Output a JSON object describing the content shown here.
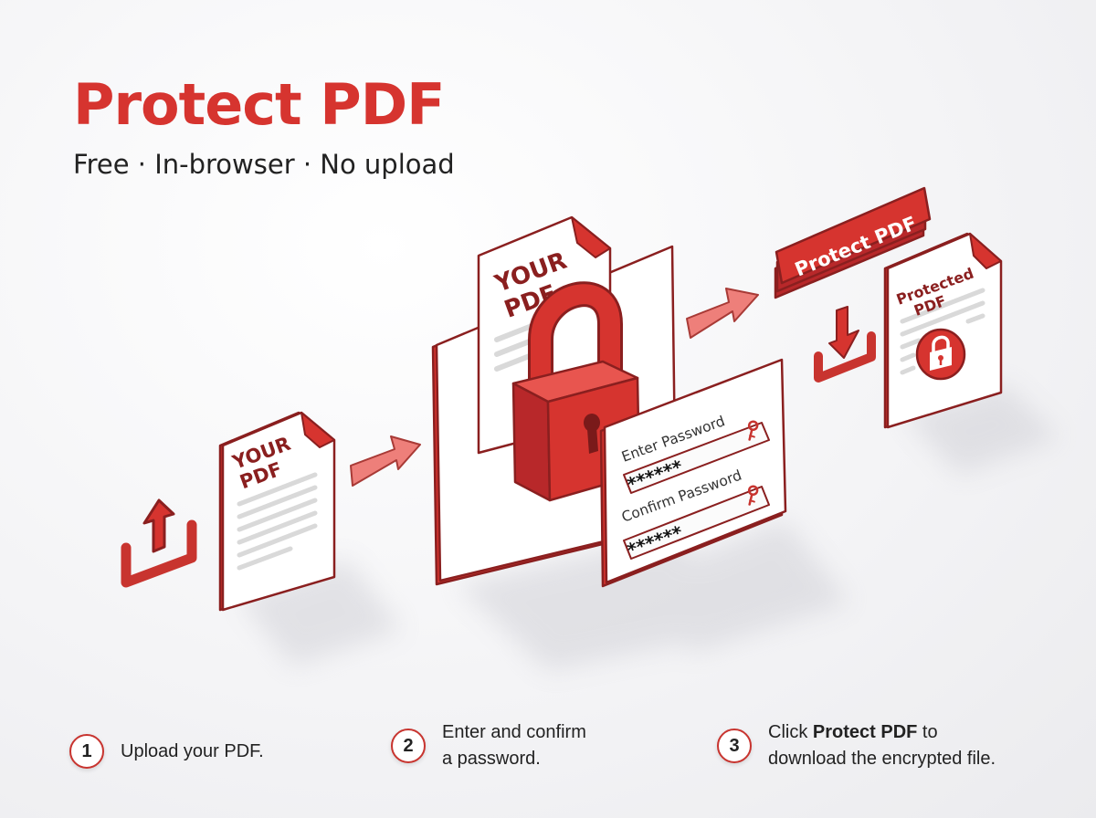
{
  "header": {
    "title": "Protect PDF",
    "subtitle": "Free · In-browser · No upload"
  },
  "illustration": {
    "file_label_line1": "YOUR",
    "file_label_line2": "PDF",
    "locked_label_line1": "YOUR",
    "locked_label_line2": "PDF",
    "password_form": {
      "enter_label": "Enter Password",
      "enter_value": "******",
      "confirm_label": "Confirm Password",
      "confirm_value": "******"
    },
    "protect_button_label": "Protect PDF",
    "output_label_line1": "Protected",
    "output_label_line2": "PDF"
  },
  "steps": [
    {
      "number": "1",
      "line1": "Upload your PDF.",
      "line2": ""
    },
    {
      "number": "2",
      "line1": "Enter and confirm",
      "line2": "a password."
    },
    {
      "number": "3",
      "line1_prefix": "Click ",
      "line1_bold": "Protect PDF",
      "line1_suffix": " to",
      "line2": "download the encrypted file."
    }
  ],
  "colors": {
    "accent": "#d6342f",
    "outline": "#8a1f1f",
    "arrow": "#ee7f7a"
  }
}
